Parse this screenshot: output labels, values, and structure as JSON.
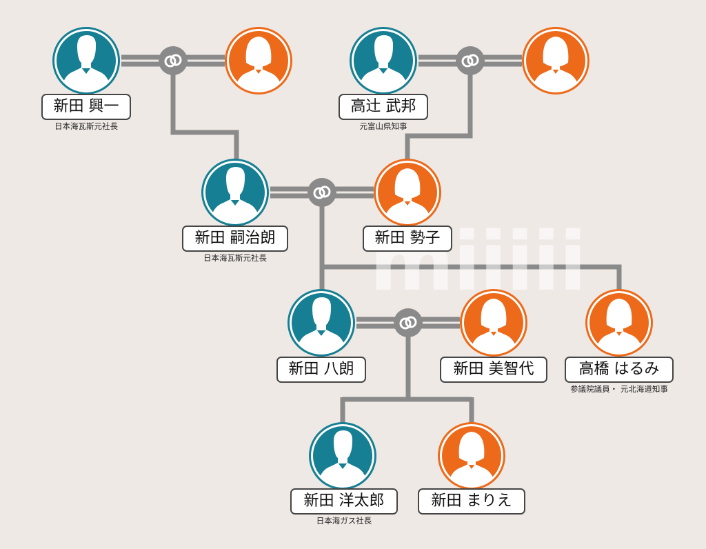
{
  "colors": {
    "male": "#167f93",
    "female": "#ec6a1a",
    "line": "#8a8a8a",
    "ring": "#ffffff"
  },
  "icons": {
    "person": "person-silhouette-icon",
    "marriage": "marriage-ring-icon"
  },
  "people": [
    {
      "id": "koichi",
      "name": "新田 興一",
      "subtitle": "日本海瓦斯元社長",
      "gender": "male"
    },
    {
      "id": "koichi-wife",
      "name": "",
      "subtitle": "",
      "gender": "female"
    },
    {
      "id": "takebo",
      "name": "高辻 武邦",
      "subtitle": "元富山県知事",
      "gender": "male"
    },
    {
      "id": "takebo-wife",
      "name": "",
      "subtitle": "",
      "gender": "female"
    },
    {
      "id": "shijiro",
      "name": "新田 嗣治朗",
      "subtitle": "日本海瓦斯元社長",
      "gender": "male"
    },
    {
      "id": "seiko",
      "name": "新田 勢子",
      "subtitle": "",
      "gender": "female"
    },
    {
      "id": "hachiro",
      "name": "新田 八朗",
      "subtitle": "",
      "gender": "male"
    },
    {
      "id": "michiyo",
      "name": "新田 美智代",
      "subtitle": "",
      "gender": "female"
    },
    {
      "id": "harumi",
      "name": "高橋 はるみ",
      "subtitle": "参議院議員・ 元北海道知事",
      "gender": "female"
    },
    {
      "id": "yotaro",
      "name": "新田 洋太郎",
      "subtitle": "日本海ガス社長",
      "gender": "male"
    },
    {
      "id": "marie",
      "name": "新田 まりえ",
      "subtitle": "",
      "gender": "female"
    }
  ],
  "watermark": "miiiii"
}
